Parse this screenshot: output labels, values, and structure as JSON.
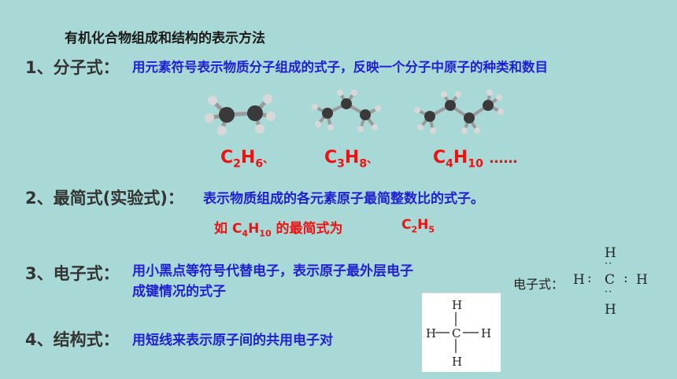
{
  "title": "有机化合物组成和结构的表示方法",
  "sections": [
    {
      "heading": "1、分子式：",
      "desc": "用元素符号表示物质分子组成的式子，反映一个分子中原子的种类和数目"
    },
    {
      "heading": "2、最简式(实验式)：",
      "desc": "表示物质组成的各元素原子最简整数比的式子。"
    },
    {
      "heading": "3、电子式：",
      "desc_line1": "用小黑点等符号代替电子，表示原子最外层电子",
      "desc_line2": "成键情况的式子"
    },
    {
      "heading": "4、结构式：",
      "desc": "用短线来表示原子间的共用电子对"
    }
  ],
  "formulas": [
    {
      "c": "C",
      "c_sub": "2",
      "h": "H",
      "h_sub": "6",
      "sep": "、"
    },
    {
      "c": "C",
      "c_sub": "3",
      "h": "H",
      "h_sub": "8",
      "sep": "、"
    },
    {
      "c": "C",
      "c_sub": "4",
      "h": "H",
      "h_sub": "10",
      "sep": "……"
    }
  ],
  "example": {
    "prefix": "如 C",
    "c_sub": "4",
    "h": "H",
    "h_sub": "10",
    "middle": " 的最简式为",
    "result_c": "C",
    "result_c_sub": "2",
    "result_h": "H",
    "result_h_sub": "5"
  },
  "lewis": {
    "label": "电子式：",
    "H": "H",
    "C": "C",
    "dots": "··",
    "colon": ":"
  },
  "structural": {
    "H": "H",
    "C": "C"
  },
  "colors": {
    "background": "#a9d9d6",
    "heading": "#333333",
    "description": "#1f1fd6",
    "formula": "#ee1111"
  }
}
